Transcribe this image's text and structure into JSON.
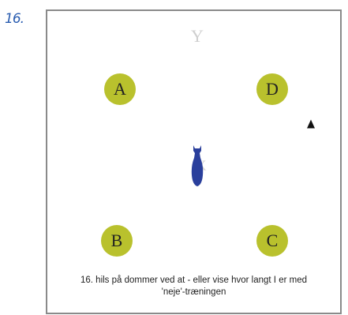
{
  "exercise_number": "16.",
  "arena": {
    "letter_top": "Y",
    "letter_center": "X",
    "markers": [
      {
        "label": "A",
        "color": "#b9c12d"
      },
      {
        "label": "D",
        "color": "#b9c12d"
      },
      {
        "label": "B",
        "color": "#b9c12d"
      },
      {
        "label": "C",
        "color": "#b9c12d"
      }
    ],
    "dog_color": "#2a3f9c",
    "judge_marker_color": "#111111"
  },
  "caption": {
    "line1": "16. hils på dommer ved at - eller vise hvor langt I er med",
    "line2": "'neje'-træningen"
  }
}
